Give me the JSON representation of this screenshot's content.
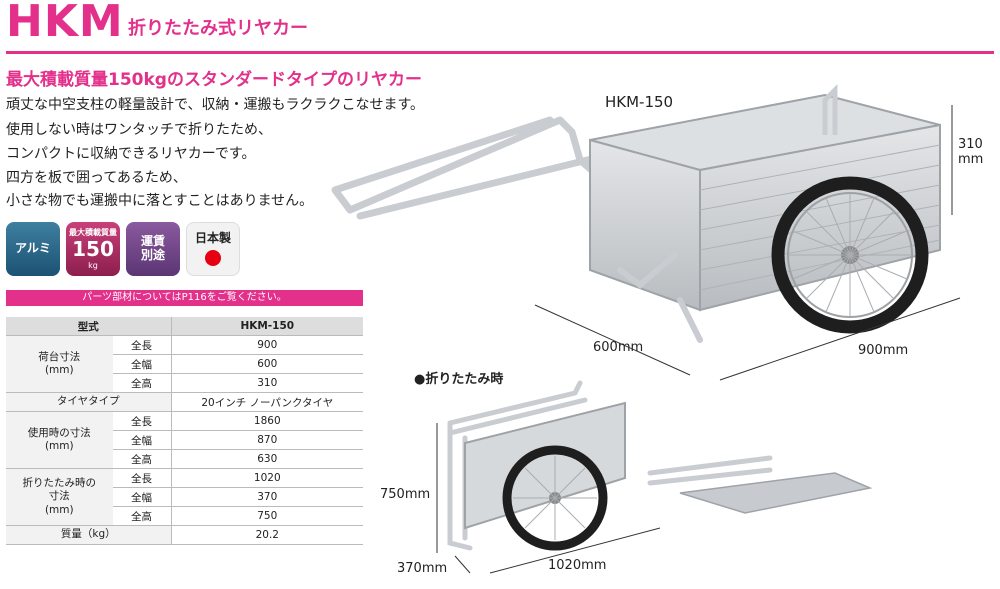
{
  "header": {
    "model": "HKM",
    "subtitle": "折りたたみ式リヤカー",
    "headline": "最大積載質量150kgのスタンダードタイプのリヤカー"
  },
  "description": [
    "頑丈な中空支柱の軽量設計で、収納・運搬もラクラクこなせます。",
    "使用しない時はワンタッチで折りたため、",
    "コンパクトに収納できるリヤカーです。",
    "四方を板で囲ってあるため、",
    "小さな物でも運搬中に落とすことはありません。"
  ],
  "badges": {
    "aluminum": "アルミ",
    "load_top": "最大積載質量",
    "load_value": "150",
    "load_unit": "kg",
    "shipping_1": "運賃",
    "shipping_2": "別途",
    "made_in": "日本製"
  },
  "parts_note": "パーツ部材についてはP116をご覧ください。",
  "spec_table": {
    "header_label": "型式",
    "header_value": "HKM-150",
    "bed_group": "荷台寸法\n(mm)",
    "bed_length_label": "全長",
    "bed_length": "900",
    "bed_width_label": "全幅",
    "bed_width": "600",
    "bed_height_label": "全高",
    "bed_height": "310",
    "tire_label": "タイヤタイプ",
    "tire_value": "20インチ ノーパンクタイヤ",
    "use_group": "使用時の寸法\n(mm)",
    "use_length_label": "全長",
    "use_length": "1860",
    "use_width_label": "全幅",
    "use_width": "870",
    "use_height_label": "全高",
    "use_height": "630",
    "fold_group": "折りたたみ時の\n寸法\n(mm)",
    "fold_length_label": "全長",
    "fold_length": "1020",
    "fold_width_label": "全幅",
    "fold_width": "370",
    "fold_height_label": "全高",
    "fold_height": "750",
    "weight_label": "質量（kg）",
    "weight_value": "20.2"
  },
  "images": {
    "main_label": "HKM-150",
    "main_dim_height": "310\nmm",
    "main_dim_width": "600mm",
    "main_dim_length": "900mm",
    "folded_label": "●折りたたみ時",
    "folded_dim_height": "750mm",
    "folded_dim_width": "370mm",
    "folded_dim_length": "1020mm"
  },
  "colors": {
    "accent": "#e2308b",
    "badge_alu": "#2a6a8c",
    "badge_load": "#a8305f",
    "badge_ship": "#6f4488",
    "japan_red": "#e60012"
  }
}
